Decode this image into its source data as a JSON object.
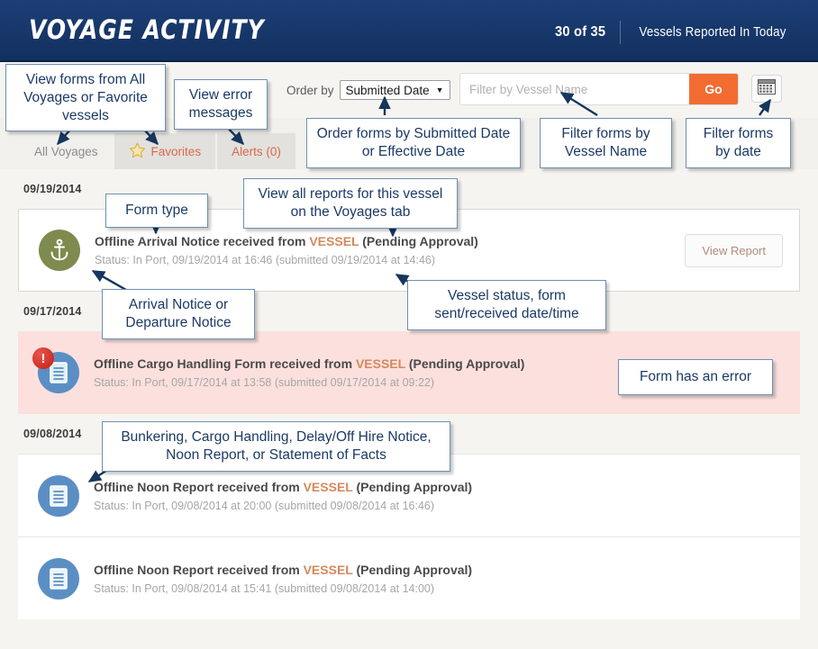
{
  "header": {
    "title": "VOYAGE ACTIVITY",
    "count": "30 of 35",
    "count_label": "Vessels Reported In Today"
  },
  "toolbar": {
    "order_by_label": "Order by",
    "order_by_value": "Submitted Date",
    "order_by_options": [
      "Submitted Date",
      "Effective Date"
    ],
    "caret_icon": "▼",
    "filter_placeholder": "Filter by Vessel Name",
    "filter_value": "",
    "go_label": "Go",
    "calendar_icon": "calendar-icon"
  },
  "tabs": [
    {
      "label": "All Voyages",
      "icon": "",
      "active": true
    },
    {
      "label": "Favorites",
      "icon": "★",
      "active": false
    },
    {
      "label": "Alerts (0)",
      "icon": "",
      "active": false
    }
  ],
  "groups": [
    {
      "date": "09/19/2014",
      "rows": [
        {
          "icon": "anchor-icon",
          "icon_style": "anchor",
          "error": false,
          "title_prefix": "Offline Arrival Notice received from ",
          "vessel": "VESSEL",
          "title_suffix": " (Pending Approval)",
          "status": "Status: In Port, 09/19/2014 at 16:46 (submitted 09/19/2014 at 14:46)",
          "action_label": "View Report",
          "has_action": true
        }
      ]
    },
    {
      "date": "09/17/2014",
      "rows": [
        {
          "icon": "document-icon",
          "icon_style": "doc-err",
          "error": true,
          "error_badge": "!",
          "title_prefix": "Offline Cargo Handling Form received from ",
          "vessel": "VESSEL",
          "title_suffix": " (Pending Approval)",
          "status": "Status: In Port, 09/17/2014 at 13:58 (submitted 09/17/2014 at 09:22)",
          "action_label": "",
          "has_action": false
        }
      ]
    },
    {
      "date": "09/08/2014",
      "rows": [
        {
          "icon": "document-icon",
          "icon_style": "doc",
          "error": false,
          "title_prefix": "Offline Noon Report received from ",
          "vessel": "VESSEL",
          "title_suffix": " (Pending Approval)",
          "status": "Status: In Port,  09/08/2014 at 20:00 (submitted  09/08/2014 at 16:46)",
          "action_label": "",
          "has_action": false
        },
        {
          "icon": "document-icon",
          "icon_style": "doc",
          "error": false,
          "title_prefix": "Offline Noon Report received from ",
          "vessel": "VESSEL",
          "title_suffix": " (Pending Approval)",
          "status": "Status: In Port, 09/08/2014 at 15:41 (submitted 09/08/2014 at 14:00)",
          "action_label": "",
          "has_action": false
        }
      ]
    }
  ],
  "annotations": [
    {
      "id": "a1",
      "text": "View forms from All Voyages or Favorite vessels"
    },
    {
      "id": "a2",
      "text": "View error messages"
    },
    {
      "id": "a3",
      "text": "Order forms by Submitted Date or Effective Date"
    },
    {
      "id": "a4",
      "text": "Filter forms by Vessel Name"
    },
    {
      "id": "a5",
      "text": "Filter forms by date"
    },
    {
      "id": "a6",
      "text": "Form type"
    },
    {
      "id": "a7",
      "text": "View all reports for this vessel on the Voyages tab"
    },
    {
      "id": "a8",
      "text": "Arrival Notice or Departure Notice"
    },
    {
      "id": "a9",
      "text": "Vessel status, form sent/received date/time"
    },
    {
      "id": "a10",
      "text": "Form has an error"
    },
    {
      "id": "a11",
      "text": "Bunkering, Cargo Handling, Delay/Off Hire Notice, Noon Report, or Statement of Facts"
    }
  ],
  "colors": {
    "header_blue": "#173668",
    "accent_orange": "#f26c32",
    "vessel_orange": "#d4895c",
    "anchor_green": "#7f8a4f",
    "doc_blue": "#5b8fc4",
    "error_pink": "#fbe0de",
    "error_red": "#cf2d24",
    "callout_border": "#6f8fb0",
    "callout_text": "#1b3a66"
  }
}
